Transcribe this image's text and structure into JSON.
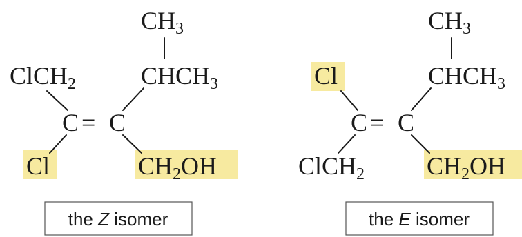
{
  "z_isomer": {
    "top": {
      "main": "CH",
      "sub": "3"
    },
    "upper_left": {
      "main": "ClCH",
      "sub": "2"
    },
    "upper_right": {
      "main": "CHCH",
      "sub": "3"
    },
    "left_c": "C",
    "double_bond": "=",
    "right_c": "C",
    "lower_left": "Cl",
    "lower_right": {
      "a": "CH",
      "sub": "2",
      "b": "OH"
    },
    "caption": {
      "pre": "the ",
      "letter": "Z",
      "post": " isomer"
    }
  },
  "e_isomer": {
    "top": {
      "main": "CH",
      "sub": "3"
    },
    "upper_left": "Cl",
    "upper_right": {
      "main": "CHCH",
      "sub": "3"
    },
    "left_c": "C",
    "double_bond": "=",
    "right_c": "C",
    "lower_left": {
      "main": "ClCH",
      "sub": "2"
    },
    "lower_right": {
      "a": "CH",
      "sub": "2",
      "b": "OH"
    },
    "caption": {
      "pre": "the ",
      "letter": "E",
      "post": " isomer"
    }
  },
  "colors": {
    "highlight": "#f7eaa0",
    "text": "#1a1a1a",
    "box_border": "#555555"
  }
}
